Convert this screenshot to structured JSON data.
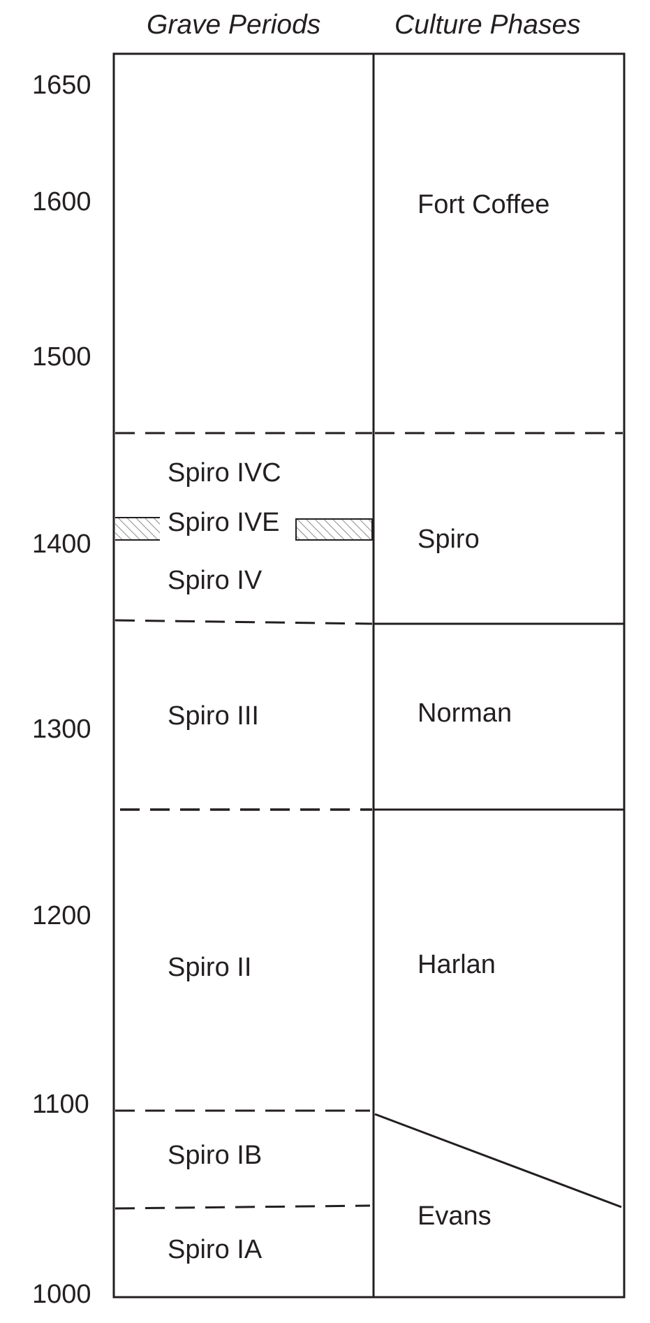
{
  "headers": {
    "grave_periods": "Grave Periods",
    "culture_phases": "Culture Phases"
  },
  "years": [
    "1650",
    "1600",
    "1500",
    "1400",
    "1300",
    "1200",
    "1100",
    "1000"
  ],
  "grave_periods": {
    "spiro_ivc": "Spiro IVC",
    "spiro_ive": "Spiro IVE",
    "spiro_iv": "Spiro IV",
    "spiro_iii": "Spiro III",
    "spiro_ii": "Spiro II",
    "spiro_ib": "Spiro IB",
    "spiro_ia": "Spiro IA"
  },
  "culture_phases": {
    "fort_coffee": "Fort Coffee",
    "spiro": "Spiro",
    "norman": "Norman",
    "harlan": "Harlan",
    "evans": "Evans"
  },
  "colors": {
    "ink": "#231f20",
    "hatch": "#6d6e71",
    "background": "#ffffff"
  }
}
